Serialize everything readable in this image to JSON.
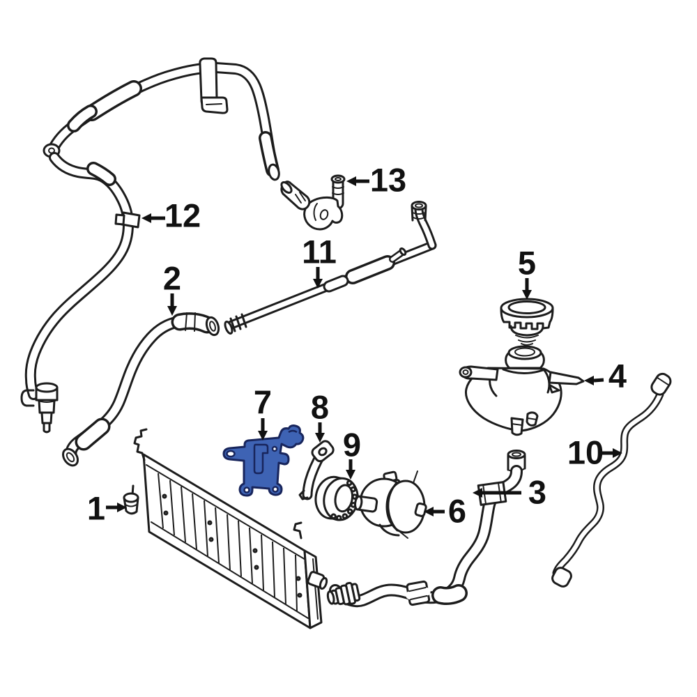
{
  "figure": {
    "background_color": "#ffffff",
    "line_color": "#1c1c1c",
    "highlight": {
      "fill": "#3e63b4",
      "outline": "#18255c",
      "highlighted_callout": "7"
    },
    "callouts": {
      "c1": {
        "label": "1"
      },
      "c2": {
        "label": "2"
      },
      "c3": {
        "label": "3"
      },
      "c4": {
        "label": "4"
      },
      "c5": {
        "label": "5"
      },
      "c6": {
        "label": "6"
      },
      "c7": {
        "label": "7"
      },
      "c8": {
        "label": "8"
      },
      "c9": {
        "label": "9"
      },
      "c10": {
        "label": "10"
      },
      "c11": {
        "label": "11"
      },
      "c12": {
        "label": "12"
      },
      "c13": {
        "label": "13"
      }
    }
  }
}
